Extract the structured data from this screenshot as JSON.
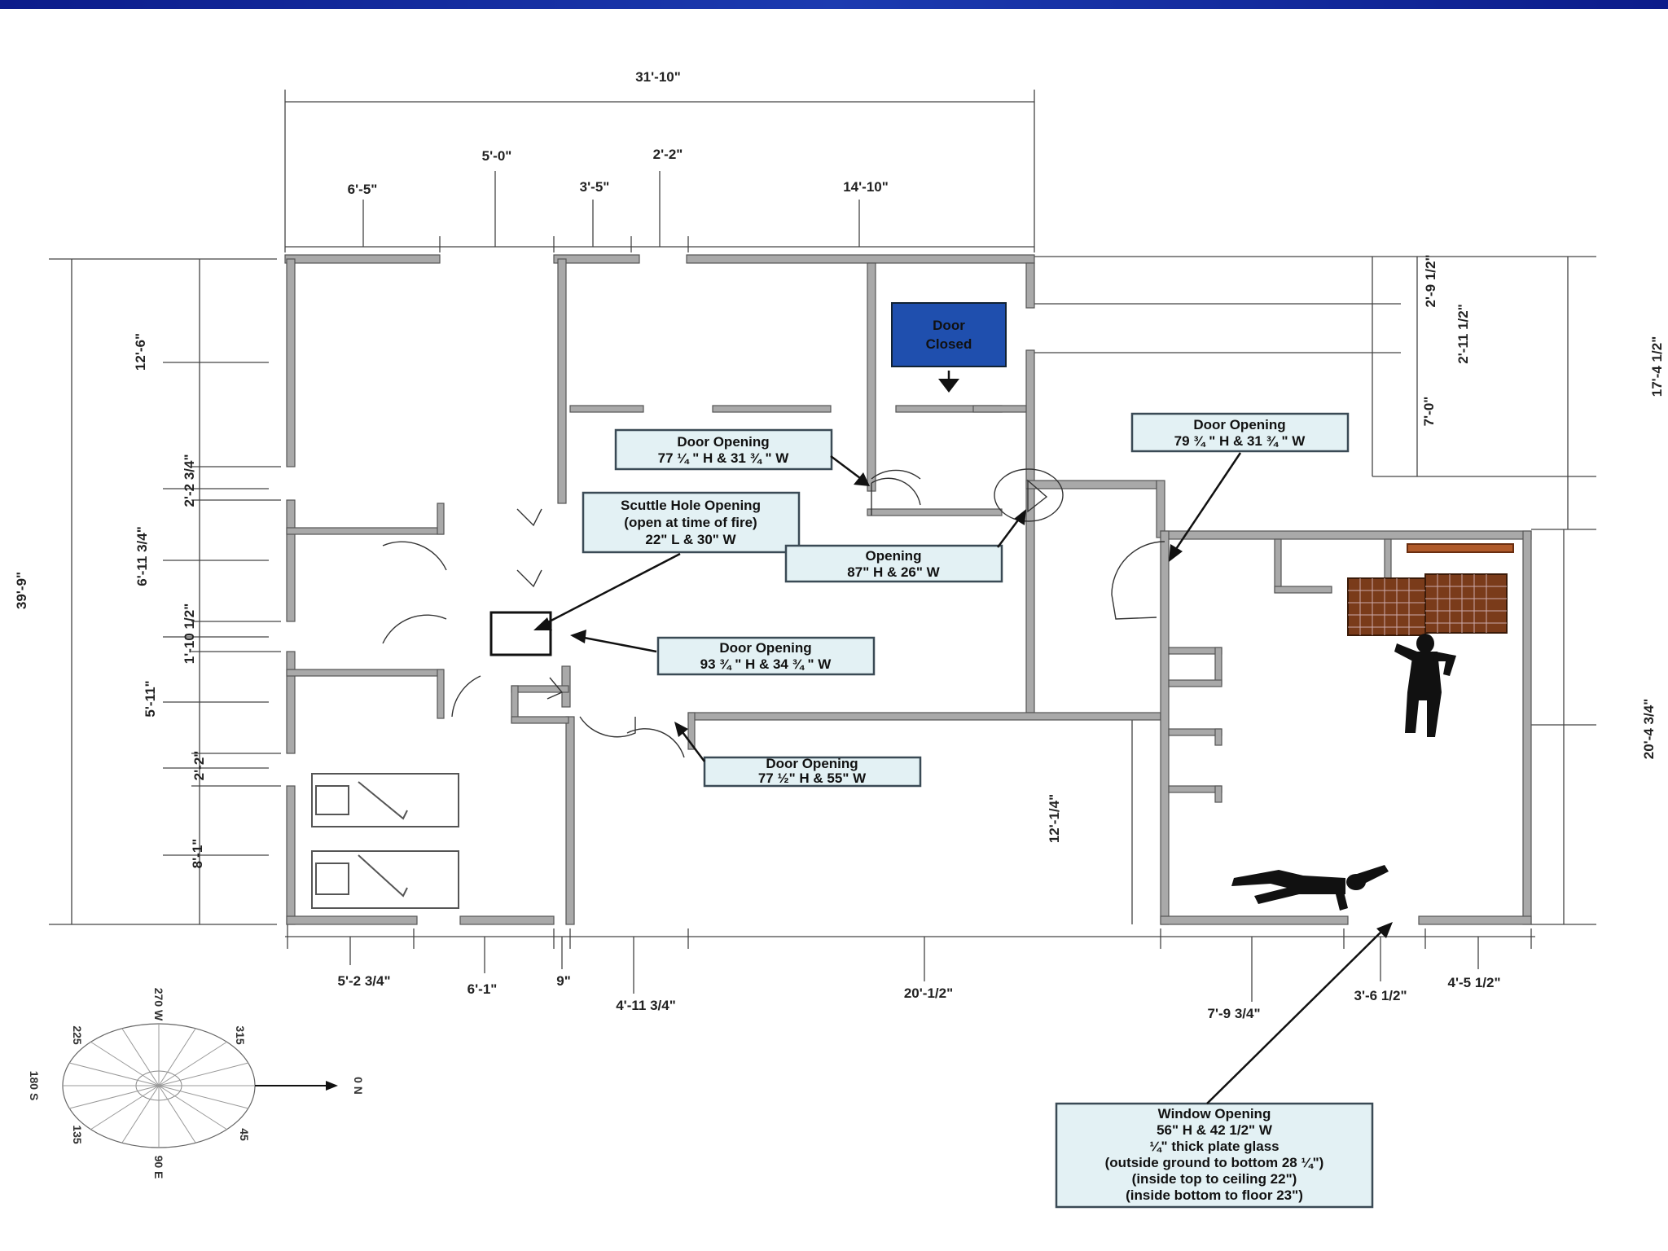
{
  "dimensions_top": {
    "overall": "31'-10\"",
    "d1": "6'-5\"",
    "d2": "5'-0\"",
    "d3": "3'-5\"",
    "d4": "2'-2\"",
    "d5": "14'-10\""
  },
  "dimensions_left": {
    "overall": "39'-9\"",
    "d1": "12'-6\"",
    "d2": "2'-2 3/4\"",
    "d3": "6'-11 3/4\"",
    "d4": "1'-10 1/2\"",
    "d5": "5'-11\"",
    "d6": "2'-2\"",
    "d7": "8'-1\""
  },
  "dimensions_right": {
    "d1": "2'-9 1/2\"",
    "d2": "2'-11 1/2\"",
    "d3": "7'-0\"",
    "d4": "17'-4 1/2\"",
    "d5": "20'-4 3/4\"",
    "d6": "12'-1/4\""
  },
  "dimensions_bottom": {
    "d1": "5'-2 3/4\"",
    "d2": "6'-1\"",
    "d3": "9\"",
    "d4": "4'-11 3/4\"",
    "d5": "20'-1/2\"",
    "d6": "7'-9 3/4\"",
    "d7": "3'-6 1/2\"",
    "d8": "4'-5 1/2\""
  },
  "callouts": {
    "door_closed": [
      "Door",
      "Closed"
    ],
    "door_opening_1": [
      "Door Opening",
      "77 ¼ \" H & 31 ¾ \" W"
    ],
    "scuttle": [
      "Scuttle Hole Opening",
      "(open at time of fire)",
      "22\" L & 30\" W"
    ],
    "opening": [
      "Opening",
      "87\" H & 26\" W"
    ],
    "door_opening_2": [
      "Door Opening",
      "79 ¾ \" H & 31 ¾ \" W"
    ],
    "door_opening_3": [
      "Door Opening",
      "93 ¾ \" H & 34 ¾ \" W"
    ],
    "door_opening_4": [
      "Door Opening",
      "77 ½\" H & 55\" W"
    ],
    "window_opening": [
      "Window Opening",
      "56\" H & 42 1/2\" W",
      "¼\" thick plate glass",
      "(outside ground to bottom 28 ¼\")",
      "(inside top to ceiling 22\")",
      "(inside bottom to floor 23\")"
    ]
  },
  "compass": {
    "labels": [
      "0 N",
      "45",
      "90 E",
      "135",
      "180 S",
      "225",
      "270 W",
      "315"
    ]
  },
  "colors": {
    "header_bar": "#1c3bb0",
    "door_closed_fill": "#1f4fae",
    "callout_fill": "#e3f1f4",
    "furniture_fill": "#7a3b1a"
  }
}
